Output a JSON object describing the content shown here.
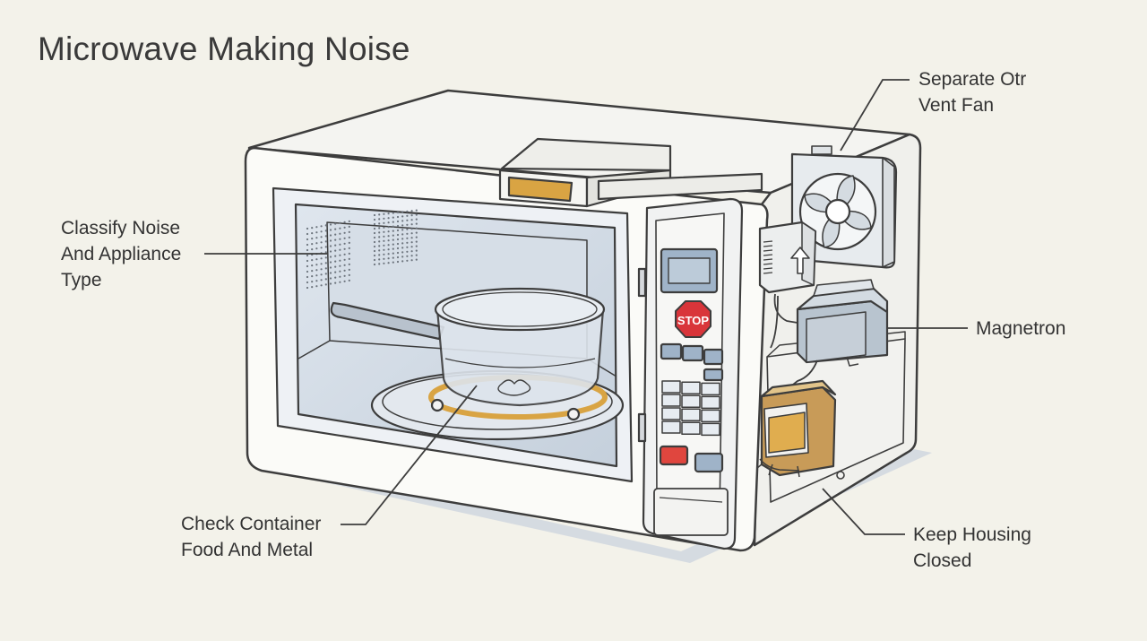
{
  "title": "Microwave Making Noise",
  "labels": {
    "classify": [
      "Classify Noise",
      "And Appliance",
      "Type"
    ],
    "check_container": [
      "Check Container",
      "Food And Metal"
    ],
    "vent_fan": [
      "Separate Otr",
      "Vent Fan"
    ],
    "magnetron": [
      "Magnetron"
    ],
    "housing": [
      "Keep Housing",
      "Closed"
    ]
  },
  "control_panel": {
    "stop_label": "STOP"
  },
  "colors": {
    "background": "#f3f2ea",
    "outline": "#3d3d3d",
    "panel_blue": "#9fb3c8",
    "accent_orange": "#d9a443",
    "stop_red": "#d9353a",
    "start_red": "#e0463e"
  },
  "icons": [
    "fan-icon",
    "up-arrow-icon",
    "stop-sign-icon"
  ]
}
